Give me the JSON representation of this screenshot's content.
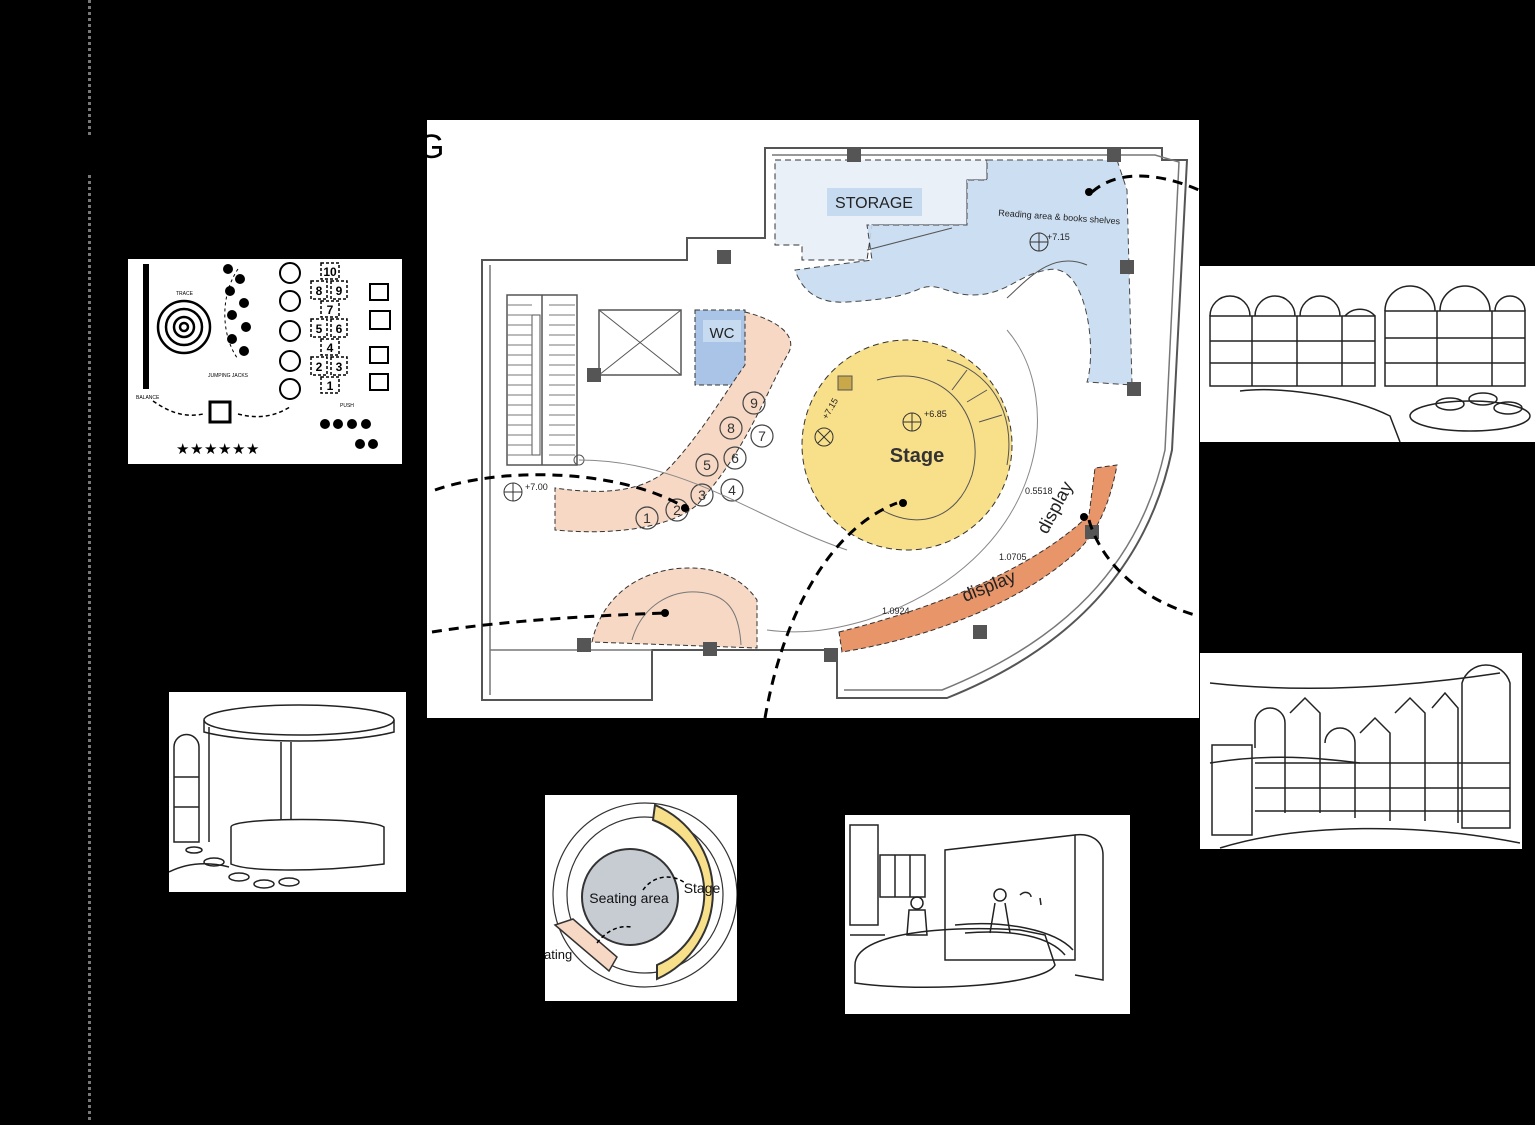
{
  "plan": {
    "title_fragment": "G",
    "storage": "STORAGE",
    "wc": "WC",
    "reading": "Reading area & books shelves",
    "stage": "Stage",
    "display1": "display",
    "display2": "display",
    "lvl_715": "+7.15",
    "lvl_700": "+7.00",
    "lvl_685": "+6.85",
    "lvl_715b": "+7.15",
    "dim1": "0.5518",
    "dim2": "1.0705",
    "dim3": "1.0924",
    "steps": [
      "1",
      "2",
      "3",
      "4",
      "5",
      "6",
      "7",
      "8",
      "9"
    ]
  },
  "play_mat": {
    "trace": "TRACE",
    "balance": "BALANCE",
    "jumping": "JUMPING JACKS",
    "push": "PUSH",
    "hop_numbers": [
      "10",
      "8",
      "9",
      "7",
      "5",
      "6",
      "4",
      "2",
      "3",
      "1"
    ]
  },
  "zoning": {
    "seating_area": "Seating area",
    "stage": "Stage",
    "seating_partial": "ating"
  },
  "colors": {
    "blue": "#c7dbf0",
    "orange": "#e8956a",
    "peach": "#f6d8c4",
    "yellow": "#f8df8a",
    "grey": "#c7ccd3"
  }
}
